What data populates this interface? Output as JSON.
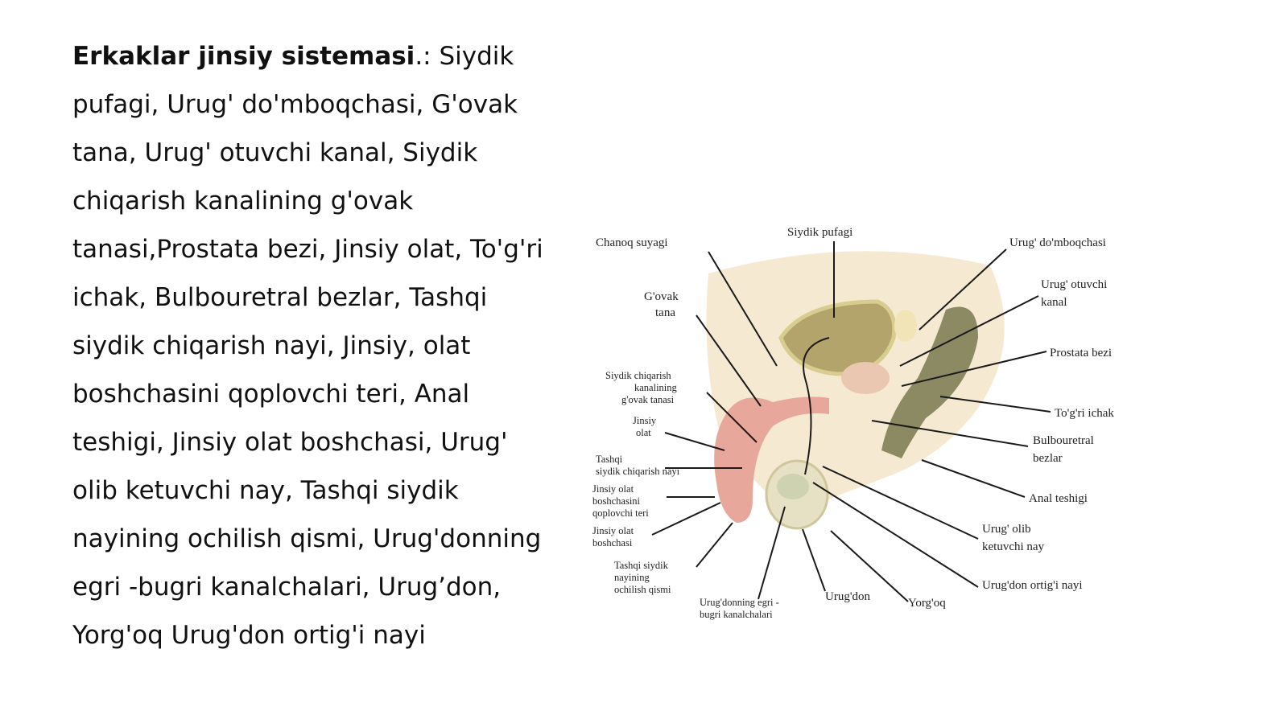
{
  "text": {
    "heading": "Erkaklar jinsiy sistemasi",
    "body": ".: Siydik pufagi, Urug' do'mboqchasi, G'ovak tana, Urug' otuvchi kanal, Siydik chiqarish kanalining g'ovak tanasi,Prostata bezi, Jinsiy olat, To'g'ri ichak, Bulbouretral bezlar, Tashqi siydik chiqarish nayi, Jinsiy, olat boshchasini qoplovchi teri, Anal teshigi, Jinsiy olat boshchasi, Urug' olib ketuvchi nay, Tashqi siydik nayining ochilish qismi, Urug'donning egri -bugri kanalchalari, Urug’don, Yorg'oq Urug'don ortig'i nayi"
  },
  "diagram": {
    "labels": {
      "chanoq": "Chanoq suyagi",
      "siydik_pufagi": "Siydik pufagi",
      "urug_dom": "Urug' do'mboqchasi",
      "govak_1": "G'ovak",
      "govak_2": "tana",
      "otuvchi_1": "Urug' otuvchi",
      "otuvchi_2": "kanal",
      "prostata": "Prostata bezi",
      "kanal_1": "Siydik chiqarish",
      "kanal_2": "kanalining",
      "kanal_3": "g'ovak tanasi",
      "ichak": "To'g'ri ichak",
      "olat_1": "Jinsiy",
      "olat_2": "olat",
      "bulbo_1": "Bulbouretral",
      "bulbo_2": "bezlar",
      "tashqi_1": "Tashqi",
      "tashqi_2": "siydik chiqarish nayi",
      "anal": "Anal teshigi",
      "teri_1": "Jinsiy olat",
      "teri_2": "boshchasini",
      "teri_3": "qoplovchi teri",
      "olib_1": "Urug' olib",
      "olib_2": "ketuvchi nay",
      "boshcha_1": "Jinsiy olat",
      "boshcha_2": "boshchasi",
      "ortigi": "Urug'don ortig'i nayi",
      "ochilish_1": "Tashqi siydik",
      "ochilish_2": "nayining",
      "ochilish_3": "ochilish qismi",
      "egri_1": "Urug'donning egri -",
      "egri_2": "bugri kanalchalari",
      "urugdon": "Urug'don",
      "yorgoq": "Yorg'oq"
    },
    "colors": {
      "background_tissue": "#f6e9d2",
      "bladder": "#b3a46b",
      "penis": "#e8a79b",
      "rectum": "#8c8a63",
      "testis": "#e6e0c4"
    }
  }
}
